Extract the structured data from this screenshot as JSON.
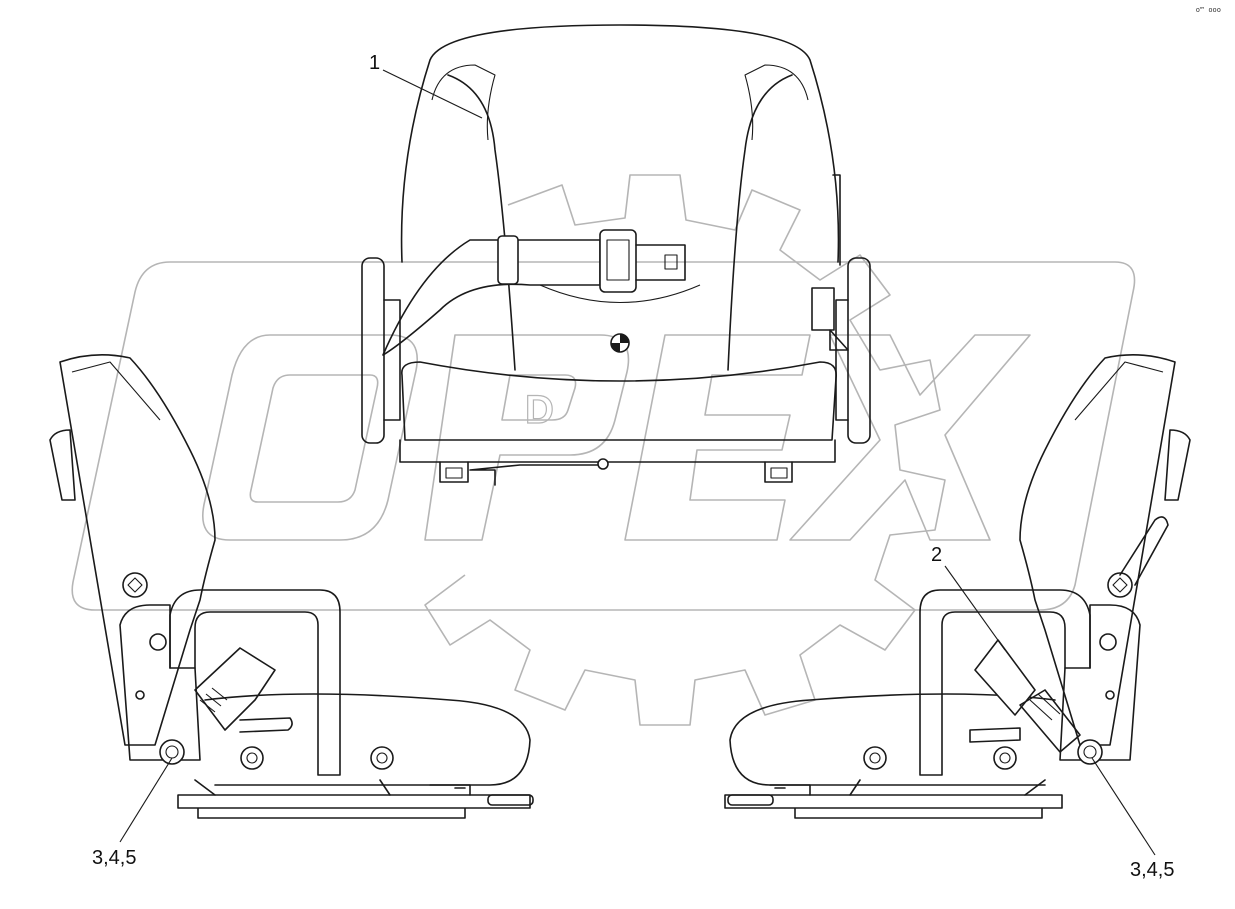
{
  "callouts": {
    "item_1": "1",
    "item_2": "2",
    "item_345_left": "3,4,5",
    "item_345_right": "3,4,5"
  },
  "watermark": "OPEX",
  "corner_code": "o™ ooo",
  "colors": {
    "line": "#1a1a1a",
    "watermark": "#b5b5b5",
    "background": "#ffffff"
  }
}
